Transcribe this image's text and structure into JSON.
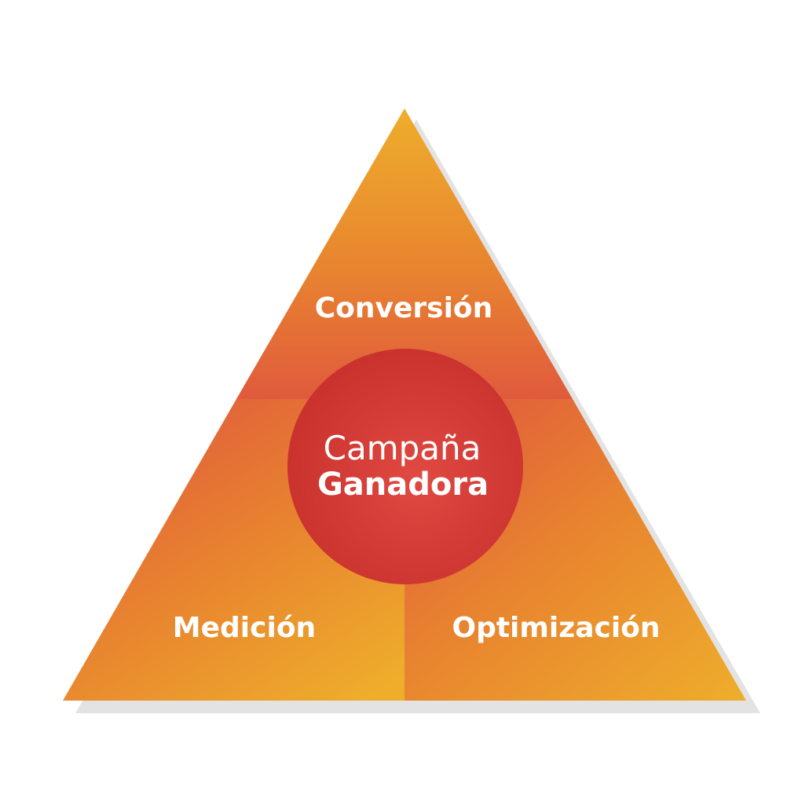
{
  "diagram": {
    "segments": {
      "top": {
        "label": "Conversión"
      },
      "bottom_left": {
        "label": "Medición"
      },
      "bottom_right": {
        "label": "Optimización"
      }
    },
    "center": {
      "line1": "Campaña",
      "line2": "Ganadora"
    },
    "colors": {
      "orange_yellow": "#eeae2c",
      "orange": "#e8842f",
      "red_orange": "#e05a3d",
      "circle_red": "#cc3430",
      "shadow_gray": "#e3e3e3",
      "text": "#ffffff"
    }
  }
}
